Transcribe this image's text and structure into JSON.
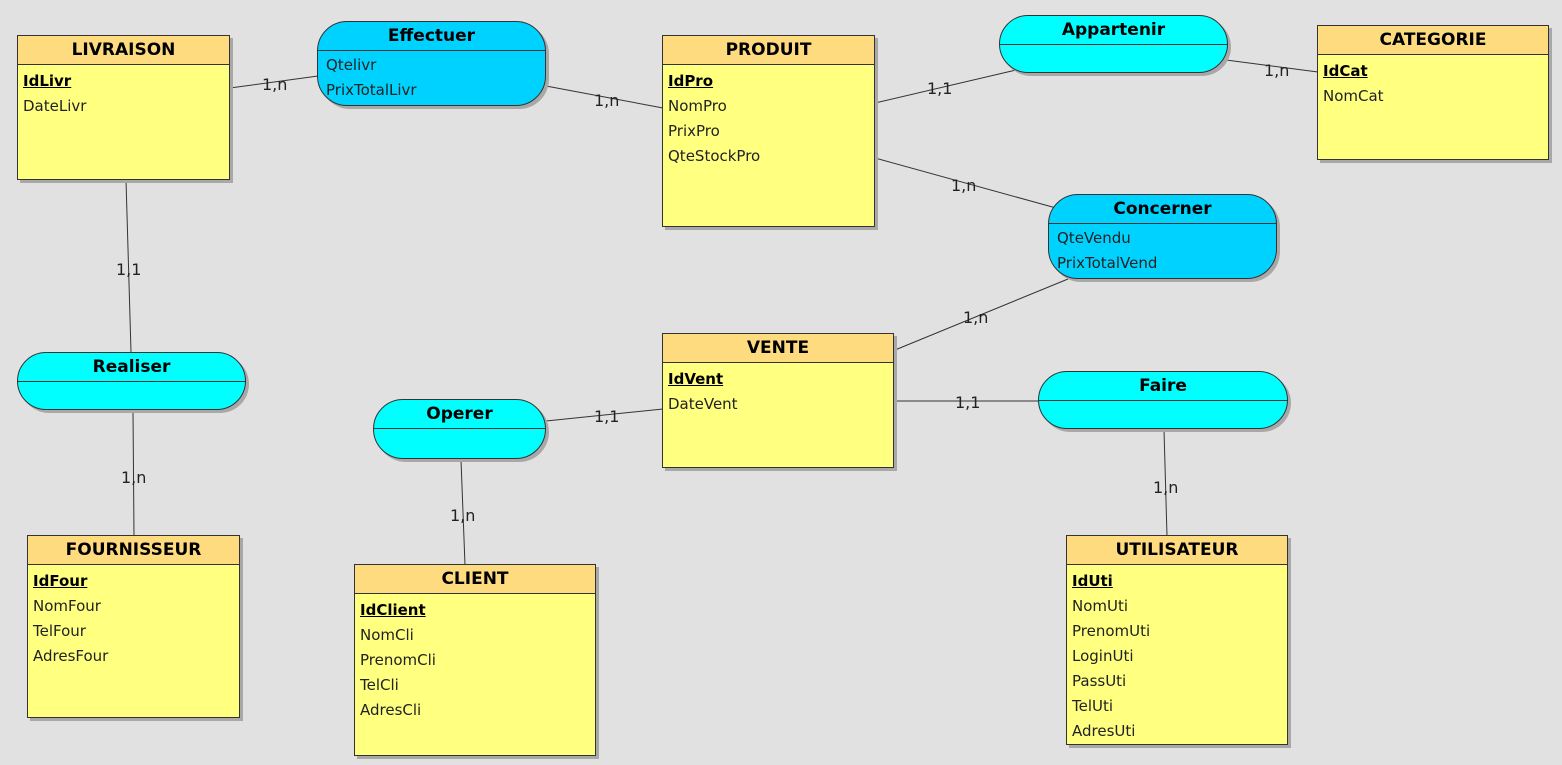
{
  "theme": {
    "entity_fill": "#ffff80",
    "entity_header": "#ffdb80",
    "assoc_with_attrs": "#00d2ff",
    "assoc_plain": "#00ffff",
    "background": "#e1e1e1"
  },
  "entities": {
    "livraison": {
      "name": "LIVRAISON",
      "attrs": [
        "IdLivr",
        "DateLivr"
      ]
    },
    "produit": {
      "name": "PRODUIT",
      "attrs": [
        "IdPro",
        "NomPro",
        "PrixPro",
        "QteStockPro"
      ]
    },
    "categorie": {
      "name": "CATEGORIE",
      "attrs": [
        "IdCat",
        "NomCat"
      ]
    },
    "vente": {
      "name": "VENTE",
      "attrs": [
        "IdVent",
        "DateVent"
      ]
    },
    "fournisseur": {
      "name": "FOURNISSEUR",
      "attrs": [
        "IdFour",
        "NomFour",
        "TelFour",
        "AdresFour"
      ]
    },
    "client": {
      "name": "CLIENT",
      "attrs": [
        "IdClient",
        "NomCli",
        "PrenomCli",
        "TelCli",
        "AdresCli"
      ]
    },
    "utilisateur": {
      "name": "UTILISATEUR",
      "attrs": [
        "IdUti",
        "NomUti",
        "PrenomUti",
        "LoginUti",
        "PassUti",
        "TelUti",
        "AdresUti"
      ]
    }
  },
  "associations": {
    "effectuer": {
      "name": "Effectuer",
      "attrs": [
        "Qtelivr",
        "PrixTotalLivr"
      ]
    },
    "appartenir": {
      "name": "Appartenir",
      "attrs": []
    },
    "concerner": {
      "name": "Concerner",
      "attrs": [
        "QteVendu",
        "PrixTotalVend"
      ]
    },
    "realiser": {
      "name": "Realiser",
      "attrs": []
    },
    "operer": {
      "name": "Operer",
      "attrs": []
    },
    "faire": {
      "name": "Faire",
      "attrs": []
    }
  },
  "cardinalities": {
    "livraison_effectuer": "1,n",
    "produit_effectuer": "1,n",
    "produit_appartenir": "1,1",
    "categorie_appartenir": "1,n",
    "produit_concerner": "1,n",
    "vente_concerner": "1,n",
    "livraison_realiser": "1,1",
    "fournisseur_realiser": "1,n",
    "vente_operer": "1,1",
    "client_operer": "1,n",
    "vente_faire": "1,1",
    "utilisateur_faire": "1,n"
  }
}
